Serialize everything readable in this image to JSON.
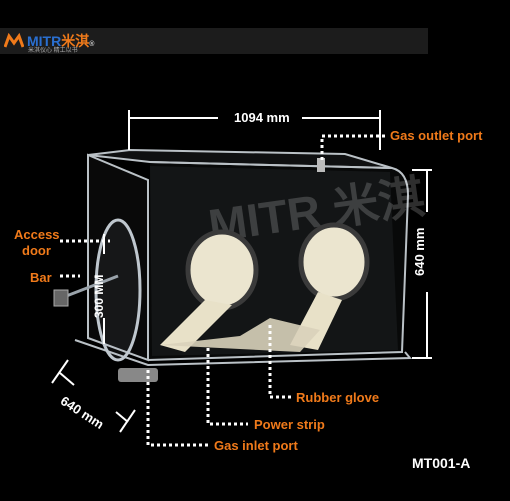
{
  "brand": {
    "name_latin": "MITR",
    "name_cn": "米淇",
    "registered": "®",
    "tagline": "米淇仪心  精工以书",
    "watermark": "MITR 米淇"
  },
  "dimensions": {
    "width": "1094 mm",
    "height": "640 mm",
    "depth": "640 mm",
    "door": "300 MM"
  },
  "labels": {
    "gas_outlet": "Gas outlet port",
    "access_door_1": "Access",
    "access_door_2": "door",
    "bar": "Bar",
    "rubber_glove": "Rubber glove",
    "power_strip": "Power strip",
    "gas_inlet": "Gas inlet port"
  },
  "model": "MT001-A",
  "colors": {
    "accent": "#f07a1a",
    "brand_blue": "#2a6fd0",
    "background": "#000000"
  }
}
